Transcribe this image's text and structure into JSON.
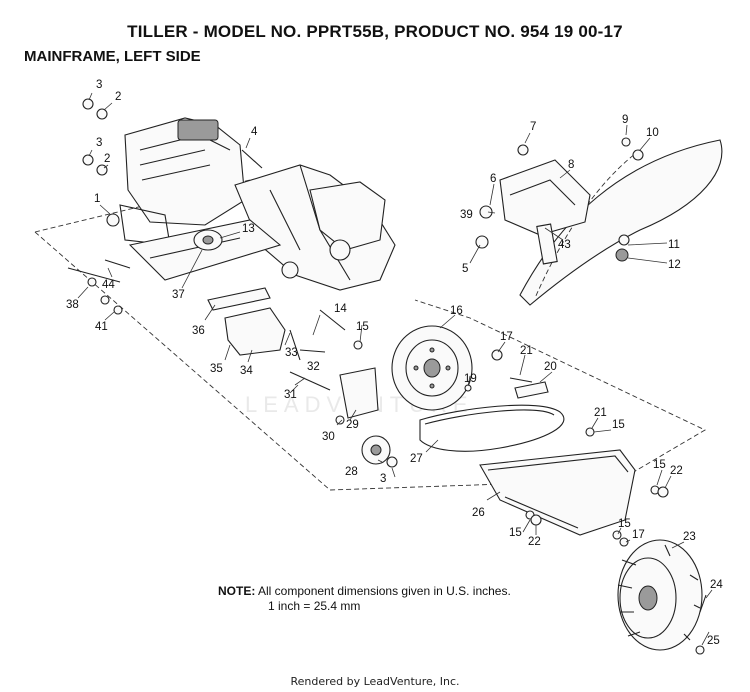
{
  "header": {
    "title": "TILLER - MODEL NO. PPRT55B, PRODUCT NO. 954 19 00-17",
    "subtitle": "MAINFRAME, LEFT SIDE"
  },
  "note": {
    "label": "NOTE:",
    "line1": "All component dimensions given in U.S. inches.",
    "line2": "1 inch = 25.4 mm"
  },
  "footer": "Rendered by LeadVenture, Inc.",
  "watermark": "LEADVENTURE",
  "callouts": [
    {
      "id": "c3a",
      "label": "3"
    },
    {
      "id": "c2a",
      "label": "2"
    },
    {
      "id": "c3b",
      "label": "3"
    },
    {
      "id": "c2b",
      "label": "2"
    },
    {
      "id": "c1",
      "label": "1"
    },
    {
      "id": "c4",
      "label": "4"
    },
    {
      "id": "c13",
      "label": "13"
    },
    {
      "id": "c37",
      "label": "37"
    },
    {
      "id": "c44",
      "label": "44"
    },
    {
      "id": "c38",
      "label": "38"
    },
    {
      "id": "c41",
      "label": "41"
    },
    {
      "id": "c36",
      "label": "36"
    },
    {
      "id": "c35",
      "label": "35"
    },
    {
      "id": "c34",
      "label": "34"
    },
    {
      "id": "c33",
      "label": "33"
    },
    {
      "id": "c32",
      "label": "32"
    },
    {
      "id": "c31",
      "label": "31"
    },
    {
      "id": "c14",
      "label": "14"
    },
    {
      "id": "c15a",
      "label": "15"
    },
    {
      "id": "c16",
      "label": "16"
    },
    {
      "id": "c30",
      "label": "30"
    },
    {
      "id": "c29",
      "label": "29"
    },
    {
      "id": "c28",
      "label": "28"
    },
    {
      "id": "c3c",
      "label": "3"
    },
    {
      "id": "c27",
      "label": "27"
    },
    {
      "id": "c19",
      "label": "19"
    },
    {
      "id": "c17a",
      "label": "17"
    },
    {
      "id": "c21a",
      "label": "21"
    },
    {
      "id": "c20",
      "label": "20"
    },
    {
      "id": "c21b",
      "label": "21"
    },
    {
      "id": "c15b",
      "label": "15"
    },
    {
      "id": "c26",
      "label": "26"
    },
    {
      "id": "c15c",
      "label": "15"
    },
    {
      "id": "c22a",
      "label": "22"
    },
    {
      "id": "c15d",
      "label": "15"
    },
    {
      "id": "c22b",
      "label": "22"
    },
    {
      "id": "c15e",
      "label": "15"
    },
    {
      "id": "c17b",
      "label": "17"
    },
    {
      "id": "c23",
      "label": "23"
    },
    {
      "id": "c24",
      "label": "24"
    },
    {
      "id": "c25",
      "label": "25"
    },
    {
      "id": "c7",
      "label": "7"
    },
    {
      "id": "c9",
      "label": "9"
    },
    {
      "id": "c10",
      "label": "10"
    },
    {
      "id": "c8",
      "label": "8"
    },
    {
      "id": "c6",
      "label": "6"
    },
    {
      "id": "c39",
      "label": "39"
    },
    {
      "id": "c43",
      "label": "43"
    },
    {
      "id": "c5",
      "label": "5"
    },
    {
      "id": "c11",
      "label": "11"
    },
    {
      "id": "c12",
      "label": "12"
    }
  ]
}
